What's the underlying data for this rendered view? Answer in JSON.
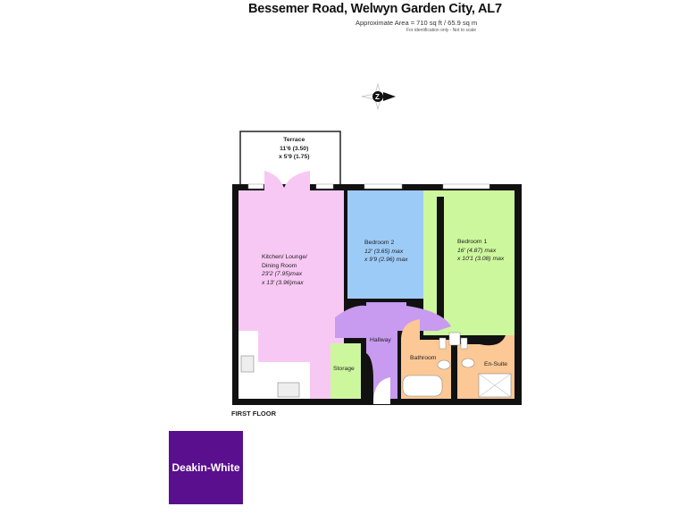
{
  "header": {
    "title": "Bessemer Road, Welwyn Garden City, AL7",
    "area": "Approximate Area = 710 sq ft / 65.9 sq m",
    "note": "For identification only - Not to scale"
  },
  "compass": {
    "icon": "north-compass-icon",
    "letter": "N"
  },
  "floor_label": "FIRST FLOOR",
  "rooms": {
    "terrace": {
      "name": "Terrace",
      "dim1": "11'6 (3.50)",
      "dim2": "x 5'9 (1.75)",
      "color": "#ffffff"
    },
    "kitchen": {
      "name1": "Kitchen/ Lounge/",
      "name2": "Dining Room",
      "dim1": "23'2 (7.95)max",
      "dim2": "x 13' (3.96)max",
      "color": "#f8c8f4"
    },
    "bedroom2": {
      "name": "Bedroom 2",
      "dim1": "12' (3.65) max",
      "dim2": "x 9'9 (2.96) max",
      "color": "#9dcbf7"
    },
    "bedroom1": {
      "name": "Bedroom 1",
      "dim1": "16' (4.87) max",
      "dim2": "x 10'1 (3.08) max",
      "color": "#cdf79d"
    },
    "hallway": {
      "name": "Hallway",
      "color": "#c89af0"
    },
    "storage": {
      "name": "Storage",
      "color": "#cdf79d"
    },
    "bathroom": {
      "name": "Bathroom",
      "color": "#fcc895"
    },
    "ensuite": {
      "name": "En-Suite",
      "color": "#fcc895"
    }
  },
  "logo": {
    "text": "Deakin-White",
    "color": "#5a0f8e"
  }
}
